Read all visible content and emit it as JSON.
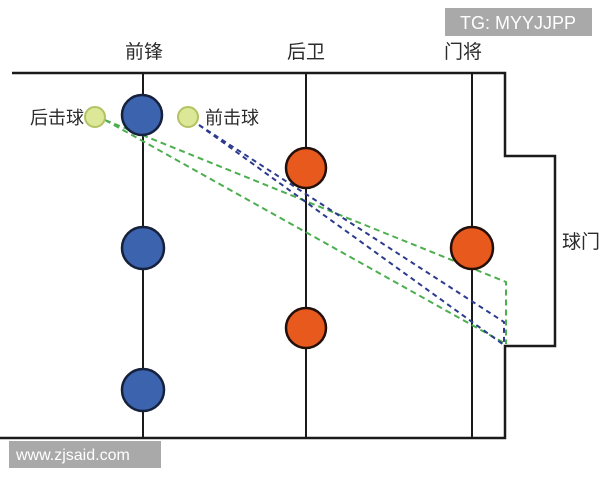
{
  "watermarks": {
    "telegram_badge": "TG: MYYJJPP",
    "site_badge": "www.zjsaid.com"
  },
  "diagram": {
    "type": "foosball-shot-angle-diagram",
    "rod_labels": [
      {
        "id": "forward",
        "label": "前锋"
      },
      {
        "id": "defender",
        "label": "后卫"
      },
      {
        "id": "goalkeeper",
        "label": "门将"
      }
    ],
    "goal_label": "球门",
    "shots": [
      {
        "id": "back-shot",
        "label": "后击球",
        "line_color": "#4cae4f",
        "line_style": "dashed"
      },
      {
        "id": "front-shot",
        "label": "前击球",
        "line_color": "#2c3a8d",
        "line_style": "dashed"
      }
    ],
    "players": {
      "forward_count": 3,
      "defender_count": 2,
      "goalkeeper_count": 1
    }
  },
  "colors": {
    "forward_fill": "#3b63ae",
    "forward_stroke": "#16213d",
    "defender_fill": "#e8591d",
    "defender_stroke": "#23100a",
    "ball_fill": "#dce798",
    "ball_stroke": "#b3c363",
    "green_trajectory": "#4cae4f",
    "navy_trajectory": "#2c3a8d",
    "table_line": "#1a1a1a",
    "badge_bg": "#a9a9a9",
    "label_text": "#2b2b2b"
  }
}
